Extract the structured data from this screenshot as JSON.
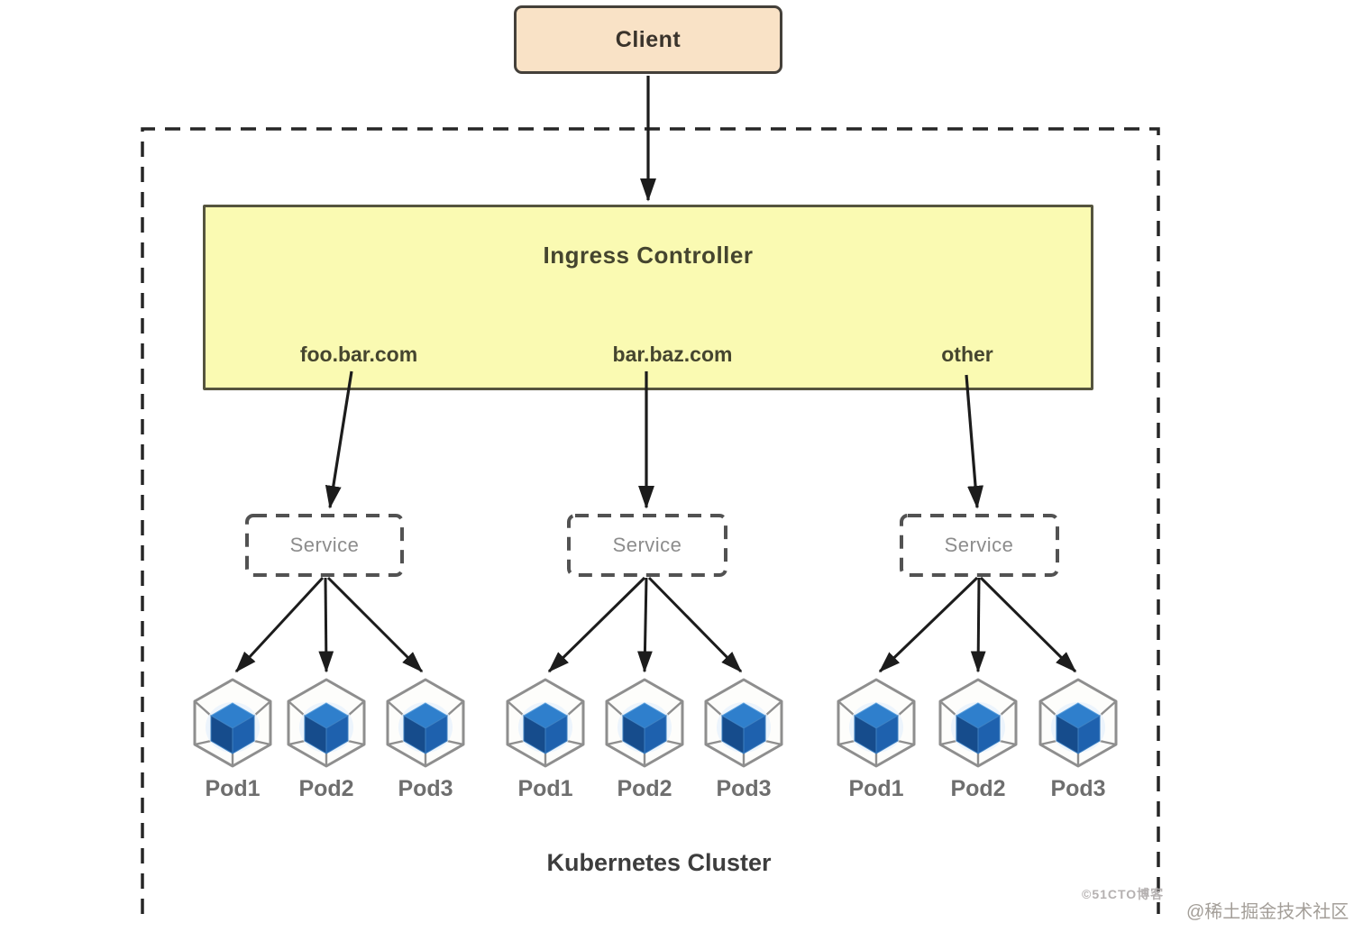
{
  "diagram": {
    "client": {
      "label": "Client"
    },
    "ingress": {
      "title": "Ingress Controller",
      "rules": [
        {
          "label": "foo.bar.com"
        },
        {
          "label": "bar.baz.com"
        },
        {
          "label": "other"
        }
      ]
    },
    "groups": [
      {
        "service_label": "Service",
        "pods": [
          "Pod1",
          "Pod2",
          "Pod3"
        ]
      },
      {
        "service_label": "Service",
        "pods": [
          "Pod1",
          "Pod2",
          "Pod3"
        ]
      },
      {
        "service_label": "Service",
        "pods": [
          "Pod1",
          "Pod2",
          "Pod3"
        ]
      }
    ],
    "cluster_label": "Kubernetes Cluster",
    "watermarks": {
      "cto": "©51CTO博客",
      "juejin": "@稀土掘金技术社区"
    }
  },
  "colors": {
    "client_fill": "#F9E2C6",
    "ingress_fill": "#FAFAB2",
    "ingress_border": "#55543E",
    "box_border": "#44403A",
    "arrow": "#1C1C1C",
    "dashed_border": "#262626",
    "hex_outline": "#8E8E8E",
    "cube_top": "#2F7FCC",
    "cube_left": "#164C8C",
    "cube_right": "#1E61AE"
  }
}
